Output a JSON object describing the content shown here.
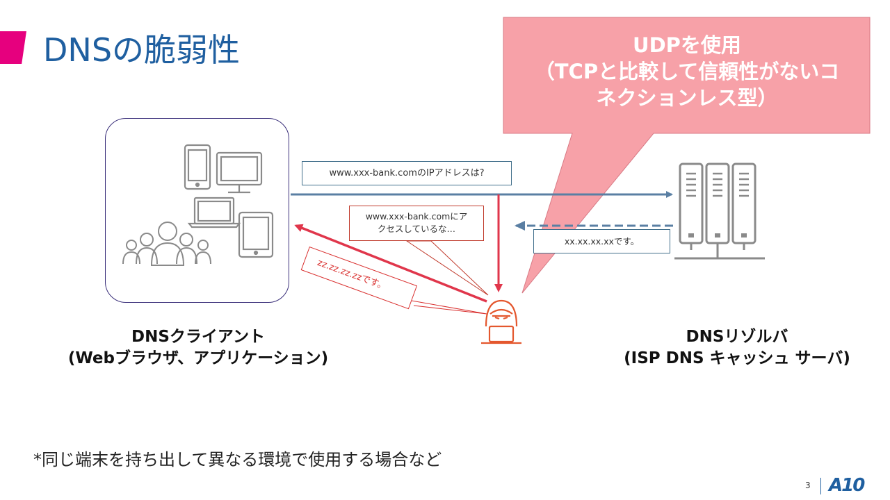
{
  "slide": {
    "title": "DNSの脆弱性",
    "page_number": "3",
    "brand": "A10"
  },
  "callout": {
    "line1": "UDPを使用",
    "line2": "（TCPと比較して信頼性がないコ",
    "line3": "ネクションレス型）"
  },
  "messages": {
    "query": "www.xxx-bank.comのIPアドレスは?",
    "reply": "xx.xx.xx.xxです。",
    "attacker_thought_line1": "www.xxx-bank.comにア",
    "attacker_thought_line2": "クセスしているな…",
    "fake_reply": "zz.zz.zz.zzです。"
  },
  "labels": {
    "client_line1": "DNSクライアント",
    "client_line2": "(Webブラウザ、アプリケーション)",
    "resolver_line1": "DNSリゾルバ",
    "resolver_line2": "(ISP DNS キャッシュ サーバ)"
  },
  "footnote": "*同じ端末を持ち出して異なる環境で使用する場合など",
  "colors": {
    "title": "#1f5fa0",
    "accent": "#e6007e",
    "callout_fill": "#f7a1a8",
    "attack_red": "#e0364b",
    "flow_blue": "#5a7fa3",
    "icon_gray": "#8a8a8a",
    "attacker_orange": "#e4572e"
  },
  "icons": [
    "smartphone-icon",
    "desktop-monitor-icon",
    "laptop-icon",
    "tablet-icon",
    "users-group-icon",
    "server-rack-icon",
    "hacker-icon"
  ]
}
